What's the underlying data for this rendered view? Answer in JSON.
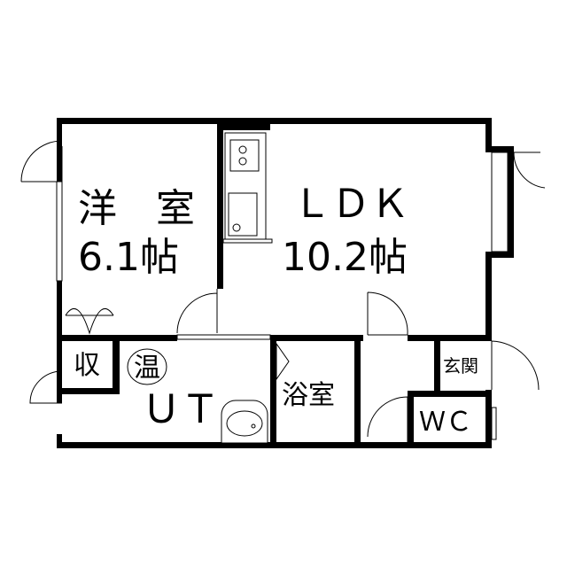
{
  "rooms": {
    "western_room": {
      "name": "洋　室",
      "size": "6.1帖"
    },
    "ldk": {
      "name": "ＬＤＫ",
      "size": "10.2帖"
    },
    "storage": {
      "name": "収"
    },
    "water_heater": {
      "name": "温"
    },
    "utility": {
      "name": "ＵＴ"
    },
    "bathroom": {
      "name": "浴室"
    },
    "entrance": {
      "name": "玄関"
    },
    "toilet": {
      "name": "ＷＣ"
    }
  },
  "colors": {
    "wall": "#000000",
    "background": "#ffffff"
  }
}
